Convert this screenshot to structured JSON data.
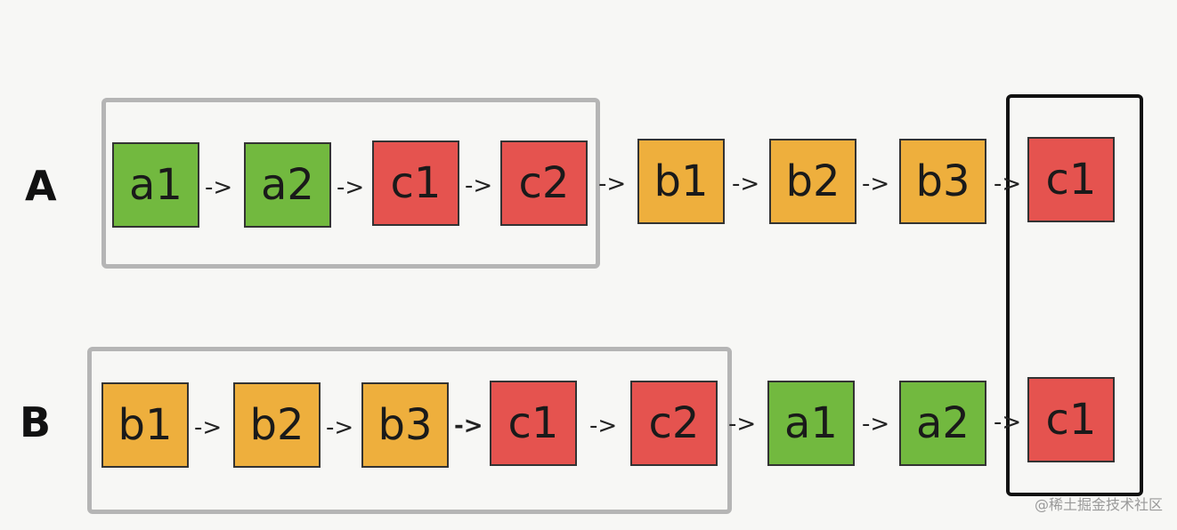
{
  "colors": {
    "a": "#72b93f",
    "b": "#eeaf3d",
    "c": "#e5534f"
  },
  "rows": [
    {
      "label": "A",
      "nodes": [
        {
          "text": "a1",
          "kind": "a"
        },
        {
          "text": "a2",
          "kind": "a"
        },
        {
          "text": "c1",
          "kind": "c"
        },
        {
          "text": "c2",
          "kind": "c"
        },
        {
          "text": "b1",
          "kind": "b"
        },
        {
          "text": "b2",
          "kind": "b"
        },
        {
          "text": "b3",
          "kind": "b"
        },
        {
          "text": "c1",
          "kind": "c"
        }
      ]
    },
    {
      "label": "B",
      "nodes": [
        {
          "text": "b1",
          "kind": "b"
        },
        {
          "text": "b2",
          "kind": "b"
        },
        {
          "text": "b3",
          "kind": "b"
        },
        {
          "text": "c1",
          "kind": "c"
        },
        {
          "text": "c2",
          "kind": "c"
        },
        {
          "text": "a1",
          "kind": "a"
        },
        {
          "text": "a2",
          "kind": "a"
        },
        {
          "text": "c1",
          "kind": "c"
        }
      ]
    }
  ],
  "arrow_text": "->",
  "watermark": "@稀土掘金技术社区"
}
